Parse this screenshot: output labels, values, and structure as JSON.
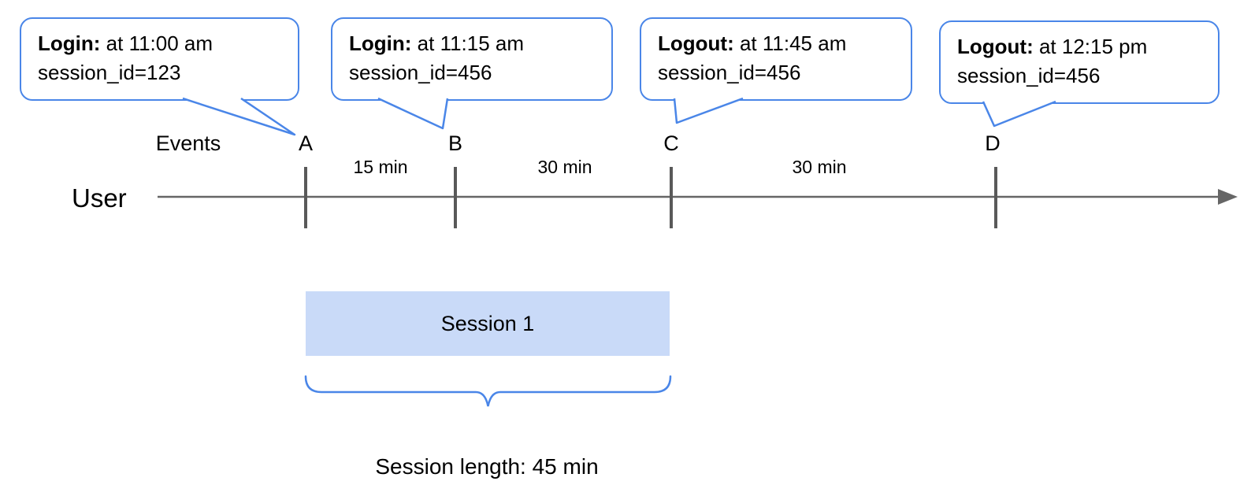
{
  "colors": {
    "callout_border": "#4a86e8",
    "session_fill": "#c9daf8",
    "timeline_line": "#666666",
    "tick": "#595959",
    "text": "#000000"
  },
  "callouts": [
    {
      "event": "A",
      "title": "Login:",
      "time": "at 11:00 am",
      "session": "session_id=123"
    },
    {
      "event": "B",
      "title": "Login:",
      "time": "at 11:15 am",
      "session": "session_id=456"
    },
    {
      "event": "C",
      "title": "Logout:",
      "time": "at 11:45 am",
      "session": "session_id=456"
    },
    {
      "event": "D",
      "title": "Logout:",
      "time": "at 12:15 pm",
      "session": "session_id=456"
    }
  ],
  "timeline": {
    "axis_label": "User",
    "events_label": "Events",
    "events": [
      "A",
      "B",
      "C",
      "D"
    ],
    "intervals": [
      "15 min",
      "30 min",
      "30 min"
    ]
  },
  "session": {
    "label": "Session 1",
    "length_label": "Session length: 45 min"
  }
}
